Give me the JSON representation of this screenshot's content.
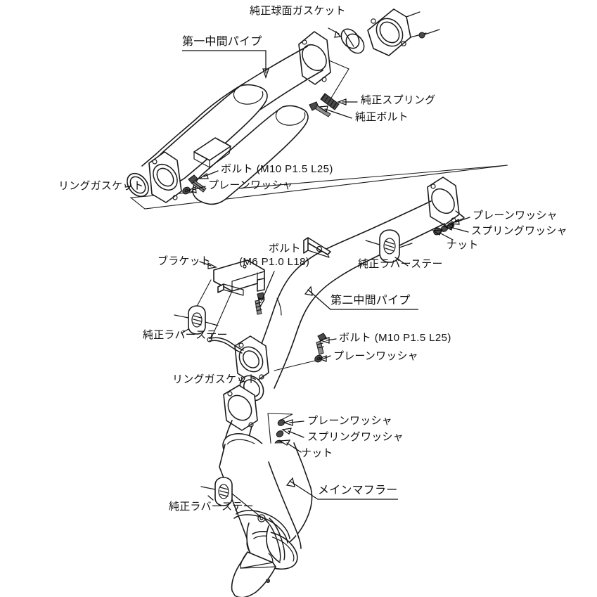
{
  "document": {
    "title": "エキゾーストシステム 分解図",
    "type": "exploded-parts-diagram",
    "background_color": "#ffffff",
    "line_color": "#1a1a1a"
  },
  "labels": {
    "stock_spherical_gasket": "純正球面ガスケット",
    "first_center_pipe": "第一中間パイプ",
    "stock_spring": "純正スプリング",
    "stock_bolt": "純正ボルト",
    "bolt_m10": "ボルト (M10 P1.5 L25)",
    "plain_washer_1": "プレーンワッシャ",
    "ring_gasket_1": "リングガスケット",
    "plain_washer_2": "プレーンワッシャ",
    "spring_washer_1": "スプリングワッシャ",
    "nut_1": "ナット",
    "bolt_m6_line1": "ボルト",
    "bolt_m6_line2": "(M6 P1.0 L18)",
    "bracket": "ブラケット",
    "stock_rubber_stay_1": "純正ラバーステー",
    "second_center_pipe": "第二中間パイプ",
    "stock_rubber_stay_2": "純正ラバーステー",
    "bolt_m10_2": "ボルト (M10 P1.5 L25)",
    "plain_washer_3": "プレーンワッシャ",
    "ring_gasket_2": "リングガスケット",
    "plain_washer_4": "プレーンワッシャ",
    "spring_washer_2": "スプリングワッシャ",
    "nut_2": "ナット",
    "main_muffler": "メインマフラー",
    "stock_rubber_stay_3": "純正ラバーステー"
  },
  "parts": [
    {
      "id": "first-center-pipe",
      "name": "第一中間パイプ",
      "section": "upper"
    },
    {
      "id": "stock-spherical-gasket",
      "name": "純正球面ガスケット",
      "section": "upper"
    },
    {
      "id": "stock-spring",
      "name": "純正スプリング",
      "section": "upper"
    },
    {
      "id": "stock-bolt",
      "name": "純正ボルト",
      "section": "upper"
    },
    {
      "id": "ring-gasket-upper",
      "name": "リングガスケット",
      "section": "upper"
    },
    {
      "id": "bolt-m10-upper",
      "name": "ボルト (M10 P1.5 L25)",
      "section": "upper"
    },
    {
      "id": "plain-washer-upper",
      "name": "プレーンワッシャ",
      "section": "upper"
    },
    {
      "id": "second-center-pipe",
      "name": "第二中間パイプ",
      "section": "middle"
    },
    {
      "id": "bracket",
      "name": "ブラケット",
      "section": "middle"
    },
    {
      "id": "bolt-m6",
      "name": "ボルト (M6 P1.0 L18)",
      "section": "middle"
    },
    {
      "id": "stock-rubber-stay-upper",
      "name": "純正ラバーステー",
      "section": "middle"
    },
    {
      "id": "stock-rubber-stay-left",
      "name": "純正ラバーステー",
      "section": "middle"
    },
    {
      "id": "ring-gasket-lower",
      "name": "リングガスケット",
      "section": "middle"
    },
    {
      "id": "main-muffler",
      "name": "メインマフラー",
      "section": "lower"
    },
    {
      "id": "stock-rubber-stay-lower",
      "name": "純正ラバーステー",
      "section": "lower"
    },
    {
      "id": "nut",
      "name": "ナット",
      "section": "hardware"
    },
    {
      "id": "spring-washer",
      "name": "スプリングワッシャ",
      "section": "hardware"
    }
  ]
}
